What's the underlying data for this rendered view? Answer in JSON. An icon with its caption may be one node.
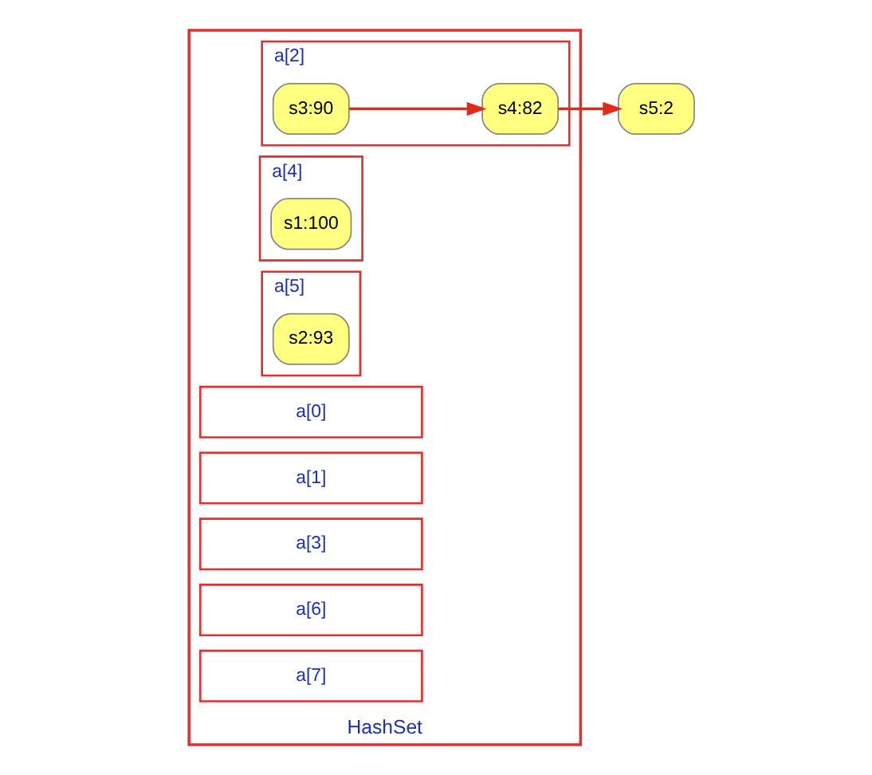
{
  "diagram": {
    "nodes": [
      {
        "text": [
          "HashSet"
        ]
      },
      {
        "text": [
          "a[0]"
        ],
        "in": 0
      },
      {
        "text": [
          "a[1]"
        ],
        "in": 0
      },
      {
        "text": [
          "a[2]"
        ],
        "in": 0
      },
      {
        "text": [
          "s3:90"
        ],
        "in": 3
      },
      {
        "text": [
          "s4:82"
        ],
        "in": 3
      },
      {
        "text": [
          "a[3]"
        ],
        "in": 0
      },
      {
        "text": [
          "a[4]"
        ],
        "in": 0
      },
      {
        "text": [
          "s1:100"
        ],
        "in": 7
      },
      {
        "text": [
          "a[5]"
        ],
        "in": 0
      },
      {
        "text": [
          "s2:93"
        ],
        "in": 9
      },
      {
        "text": [
          "a[6]"
        ],
        "in": 0
      },
      {
        "text": [
          "a[7]"
        ],
        "in": 0
      },
      {
        "text": [
          "s5:2"
        ]
      }
    ],
    "edges": [
      {
        "from": 4,
        "to": 5,
        "arrow": "to"
      },
      {
        "from": 5,
        "to": 13,
        "arrow": "to"
      }
    ]
  }
}
